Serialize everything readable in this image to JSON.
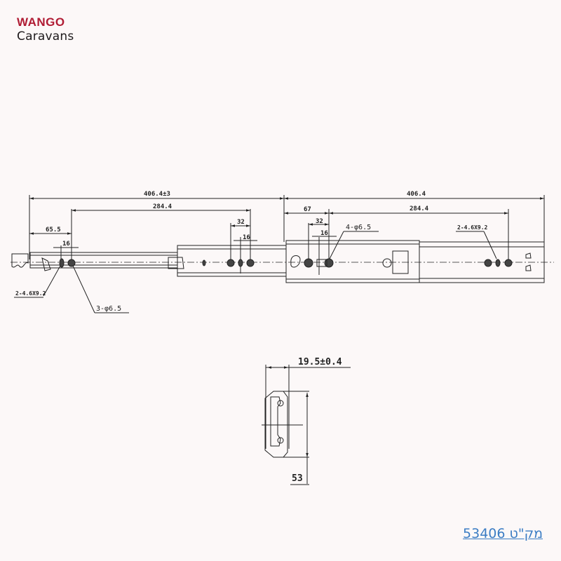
{
  "logo": {
    "line1": "WANGO",
    "line2": "Caravans",
    "accent_color": "#b01c34"
  },
  "drawing": {
    "title": "Drawer slide technical drawing",
    "side_view": {
      "dimensions": {
        "overall_left": "406.4±3",
        "overall_right": "406.4",
        "hole_span_left": "284.4",
        "hole_span_right": "284.4",
        "offset_left": "65.5",
        "offset_right": "67",
        "pitch_left_16": "16",
        "pitch_mid_32": "32",
        "pitch_mid_16": "16",
        "pitch_right_32": "32",
        "pitch_right_16": "16"
      },
      "callouts": {
        "slot_left": "2-4.6X9.2",
        "holes_left": "3-φ6.5",
        "holes_mid": "4-φ6.5",
        "slot_right": "2-4.6X9.2"
      }
    },
    "section_view": {
      "width": "19.5±0.4",
      "height": "53"
    }
  },
  "sku": {
    "label": "מק\"ט",
    "number": "53406",
    "link_color": "#3b7dc4"
  }
}
